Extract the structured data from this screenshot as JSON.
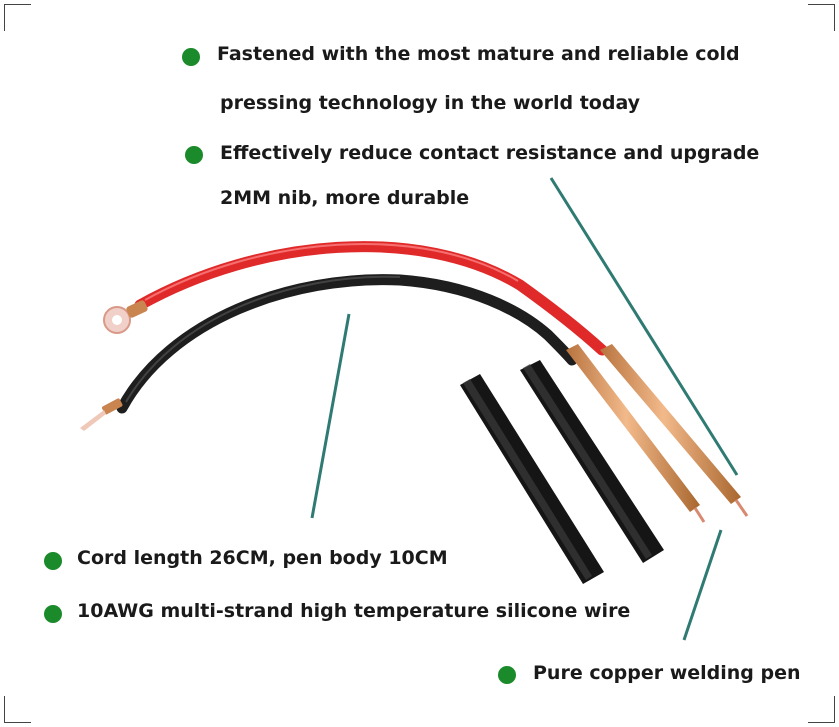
{
  "features": [
    {
      "lines": [
        "Fastened with the most mature and reliable cold",
        "pressing technology in the world today"
      ]
    },
    {
      "lines": [
        "Effectively reduce contact resistance and upgrade",
        "2MM nib, more durable"
      ]
    },
    {
      "lines": [
        "Cord length 26CM, pen body 10CM"
      ]
    },
    {
      "lines": [
        "10AWG multi-strand high temperature silicone wire"
      ]
    },
    {
      "lines": [
        "Pure copper welding pen"
      ]
    }
  ],
  "colors": {
    "bullet": "#1a8a2a",
    "callout_line": "#2f7a73",
    "red_wire": "#e02a2a",
    "black_wire": "#1e1e1e",
    "copper": "#d7925f"
  }
}
